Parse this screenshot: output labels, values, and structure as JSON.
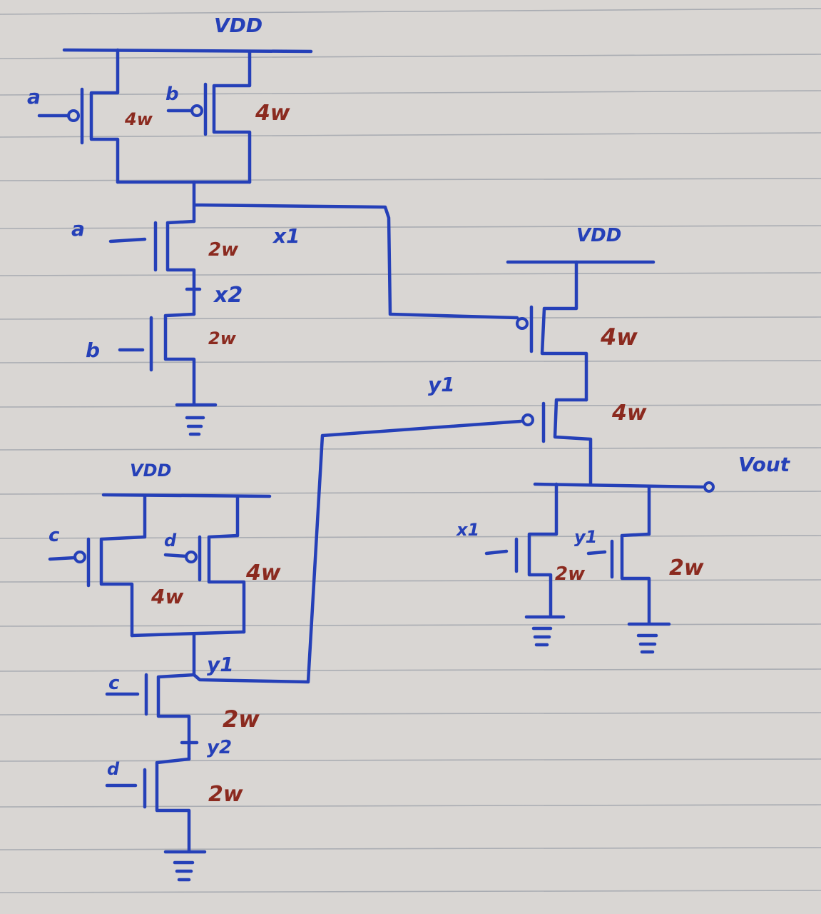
{
  "colors": {
    "ink_blue": "#2540b8",
    "ink_red": "#8b2a1f",
    "paper": "#d9d6d3",
    "rule": "#9a9fa8"
  },
  "labels": {
    "vdd_1": "VDD",
    "vdd_2": "VDD",
    "vdd_3": "VDD",
    "vout": "Vout",
    "in_a_p": "a",
    "in_b_p": "b",
    "in_a_n": "a",
    "in_b_n": "b",
    "in_c_p": "c",
    "in_d_p": "d",
    "in_c_n": "c",
    "in_d_n": "d",
    "node_x1": "x1",
    "node_x2": "x2",
    "node_y1_wire": "y1",
    "node_y1": "y1",
    "node_y2": "y2",
    "gate_x1": "x1",
    "gate_y1": "y1"
  },
  "sizes": {
    "p_a": "4w",
    "p_b": "4w",
    "n_a": "2w",
    "n_b": "2w",
    "p_c": "4w",
    "p_d": "4w",
    "n_c": "2w",
    "n_d": "2w",
    "p_out_1": "4w",
    "p_out_2": "4w",
    "n_out_1": "2w",
    "n_out_2": "2w"
  }
}
